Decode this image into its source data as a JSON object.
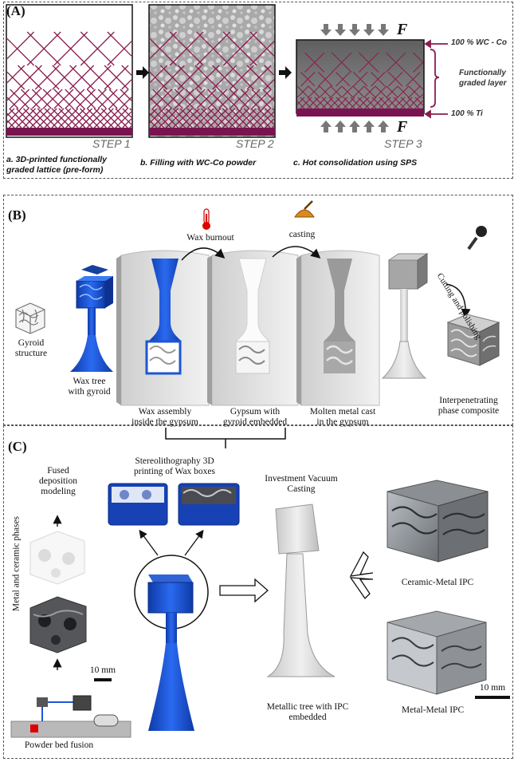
{
  "panel_a": {
    "label": "(A)",
    "step1": "STEP 1",
    "step2": "STEP 2",
    "step3": "STEP 3",
    "caption_a_line1": "a. 3D-printed functionally",
    "caption_a_line2": "graded lattice (pre-form)",
    "caption_b": "b. Filling with WC-Co powder",
    "caption_c": "c. Hot consolidation using SPS",
    "force_symbol": "F",
    "top_layer": "100 % WC - Co",
    "mid_layer_line1": "Functionally",
    "mid_layer_line2": "graded layer",
    "bottom_layer": "100 % Ti",
    "colors": {
      "lattice": "#8a1d4e",
      "base": "#7a1450",
      "powder": "#8c8c8c",
      "arrow": "#8a1d4e"
    }
  },
  "panel_b": {
    "label": "(B)",
    "gyroid_line1": "Gyroid",
    "gyroid_line2": "structure",
    "wax_tree_line1": "Wax tree",
    "wax_tree_line2": "with gyroid",
    "wax_burnout": "Wax burnout",
    "casting": "casting",
    "wax_assembly_line1": "Wax assembly",
    "wax_assembly_line2": "inside the gypsum",
    "gypsum_line1": "Gypsum with",
    "gypsum_line2": "gyroid embedded",
    "molten_line1": "Molten metal cast",
    "molten_line2": "in the gypsum",
    "cutting": "Cutting and polishing",
    "ipc_line1": "Interpenetrating",
    "ipc_line2": "phase composite",
    "colors": {
      "wax": "#1e55d6",
      "gypsum": "#e4e4e4"
    }
  },
  "panel_c": {
    "label": "(C)",
    "fdm_line1": "Fused",
    "fdm_line2": "deposition",
    "fdm_line3": "modeling",
    "phases": "Metal and ceramic phases",
    "sla_line1": "Stereolithography 3D",
    "sla_line2": "printing of Wax boxes",
    "ivc_line1": "Investment Vacuum",
    "ivc_line2": "Casting",
    "scale_left": "10 mm",
    "pbf": "Powder bed fusion",
    "metallic_line1": "Metallic tree with IPC",
    "metallic_line2": "embedded",
    "ceramic_metal": "Ceramic-Metal IPC",
    "metal_metal": "Metal-Metal IPC",
    "scale_right": "10 mm"
  }
}
